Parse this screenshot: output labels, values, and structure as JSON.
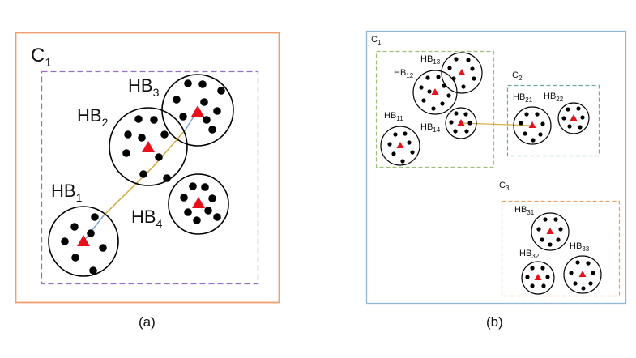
{
  "panel_a": {
    "caption": "(a)",
    "cluster": {
      "name": "C",
      "sub": "1"
    },
    "balls": [
      {
        "name": "HB",
        "sub": "1"
      },
      {
        "name": "HB",
        "sub": "2"
      },
      {
        "name": "HB",
        "sub": "3"
      },
      {
        "name": "HB",
        "sub": "4"
      }
    ]
  },
  "panel_b": {
    "caption": "(b)",
    "clusters": [
      {
        "name": "C",
        "sub": "1"
      },
      {
        "name": "C",
        "sub": "2"
      },
      {
        "name": "C",
        "sub": "3"
      }
    ],
    "balls": [
      {
        "name": "HB",
        "sub": "11"
      },
      {
        "name": "HB",
        "sub": "12"
      },
      {
        "name": "HB",
        "sub": "13"
      },
      {
        "name": "HB",
        "sub": "14"
      },
      {
        "name": "HB",
        "sub": "21"
      },
      {
        "name": "HB",
        "sub": "22"
      },
      {
        "name": "HB",
        "sub": "31"
      },
      {
        "name": "HB",
        "sub": "32"
      },
      {
        "name": "HB",
        "sub": "33"
      }
    ]
  },
  "colors": {
    "orange_frame": "#f0a070",
    "purple_dash": "#9b6fc4",
    "blue_frame": "#8fb8d8",
    "green_dash": "#9bc07a",
    "teal_dash": "#6aa8a8",
    "orange_dash": "#e8a062",
    "link_yellow": "#d4b04a",
    "link_blue": "#7aa6d8",
    "center_red": "#e8101a",
    "point_black": "#000000"
  }
}
